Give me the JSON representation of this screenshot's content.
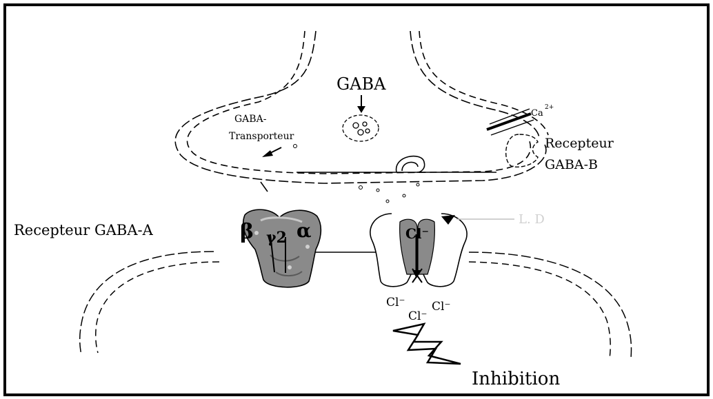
{
  "labels": {
    "gaba": "GABA",
    "transporter_line1": "GABA-",
    "transporter_line2": "Transporteur",
    "ca": "Ca",
    "ca_superscript": "2+",
    "receptor_b_line1": "Recepteur",
    "receptor_b_line2": "GABA-B",
    "receptor_a": "Recepteur GABA-A",
    "subunit_beta": "β",
    "subunit_gamma": "γ2",
    "subunit_alpha": "α",
    "channel_ion": "Cl⁻",
    "chloride_1": "Cl⁻",
    "chloride_2": "Cl⁻",
    "chloride_3": "Cl⁻",
    "faded_label": "L. D",
    "inhibition": "Inhibition"
  },
  "colors": {
    "line": "#000000",
    "receptor_fill": "#8a8a8a",
    "receptor_light": "#c8c8c8",
    "frame": "#000000"
  }
}
